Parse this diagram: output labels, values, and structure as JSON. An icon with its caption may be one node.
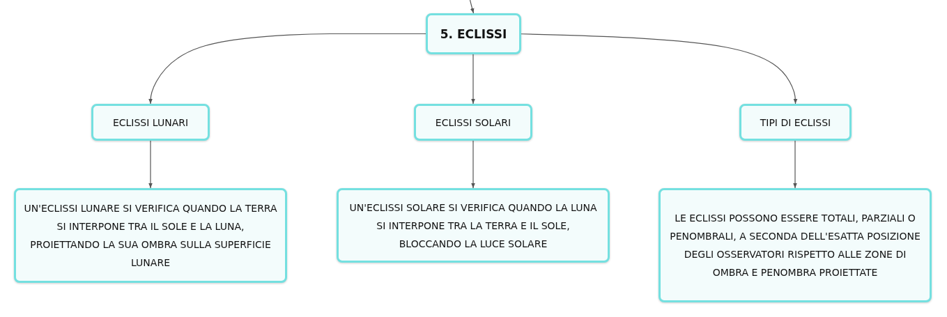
{
  "diagram": {
    "nodes": [
      {
        "text": [
          "5. ECLISSI"
        ]
      },
      {
        "text": [
          "ECLISSI LUNARI"
        ]
      },
      {
        "text": [
          "ECLISSI SOLARI"
        ]
      },
      {
        "text": [
          "TIPI DI ECLISSI"
        ]
      },
      {
        "text": [
          "UN'ECLISSI LUNARE SI VERIFICA QUANDO LA TERRA SI INTERPONE TRA IL SOLE E LA LUNA, PROIETTANDO LA SUA OMBRA SULLA SUPERFICIE LUNARE"
        ]
      },
      {
        "text": [
          "UN'ECLISSI SOLARE SI VERIFICA QUANDO LA LUNA SI INTERPONE TRA LA TERRA E IL SOLE, BLOCCANDO LA LUCE SOLARE"
        ]
      },
      {
        "text": [
          "LE ECLISSI POSSONO ESSERE TOTALI, PARZIALI O PENOMBRALI, A SECONDA DELL'ESATTA POSIZIONE DEGLI OSSERVATORI RISPETTO ALLE ZONE DI OMBRA E PENOMBRA PROIETTATE"
        ]
      }
    ],
    "edges": [
      {
        "from": null,
        "to": 0,
        "arrow": "to"
      },
      {
        "from": 0,
        "to": 1,
        "arrow": "to"
      },
      {
        "from": 0,
        "to": 2,
        "arrow": "to"
      },
      {
        "from": 0,
        "to": 3,
        "arrow": "to"
      },
      {
        "from": 1,
        "to": 4,
        "arrow": "to"
      },
      {
        "from": 2,
        "to": 5,
        "arrow": "to"
      },
      {
        "from": 3,
        "to": 6,
        "arrow": "to"
      }
    ]
  }
}
